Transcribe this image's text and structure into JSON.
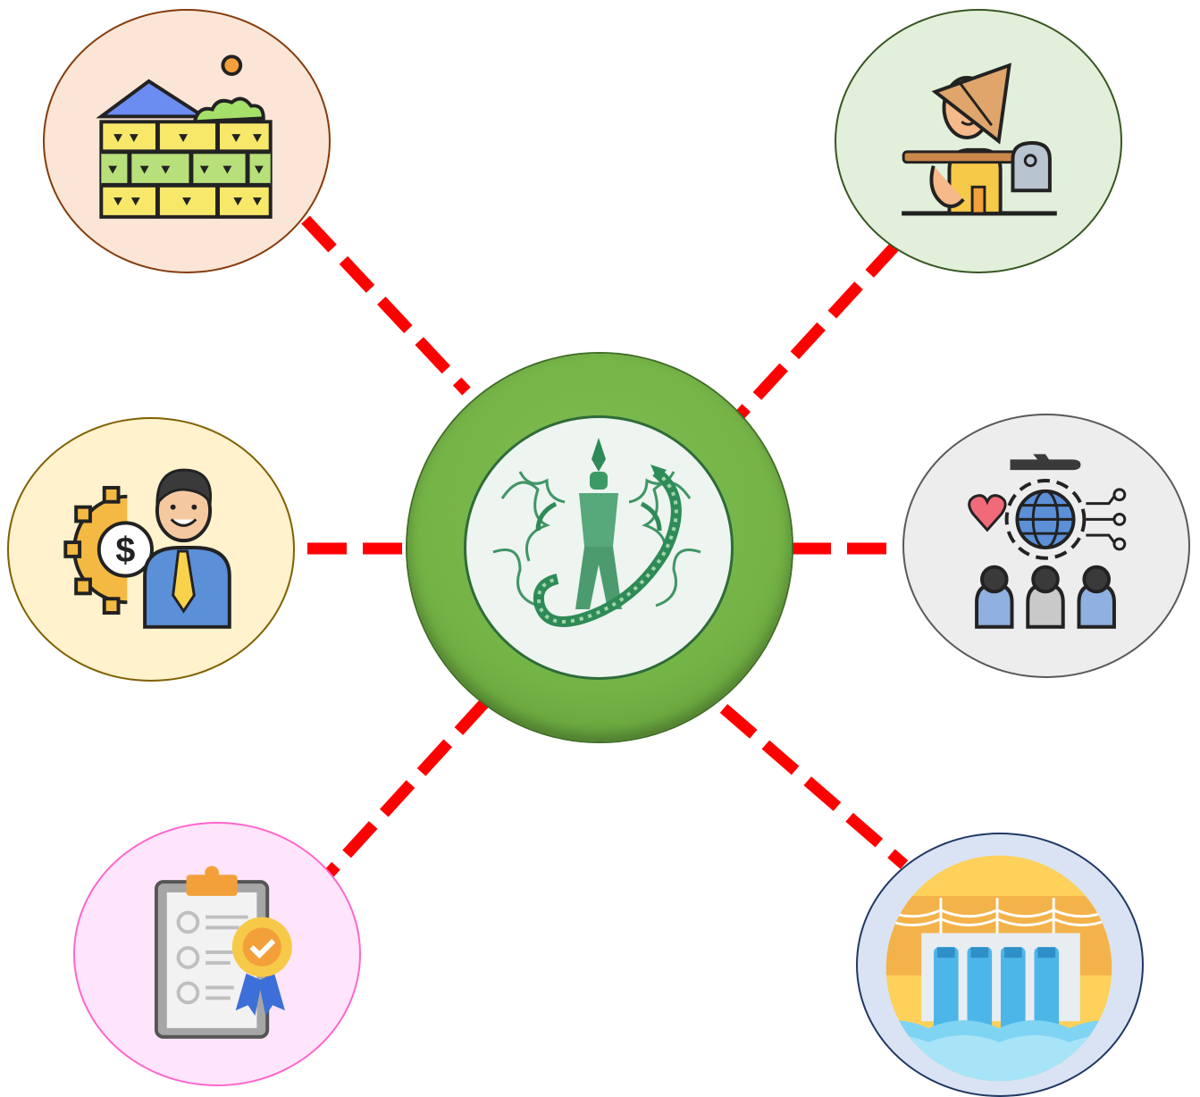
{
  "diagram": {
    "type": "hub-and-spoke",
    "hub": {
      "emblem": "green-circular-seal-with-deity-and-naga"
    },
    "connector_style": {
      "color": "#ff0000",
      "pattern": "dashed"
    },
    "colors": {
      "hub_ring": "#74b346",
      "connector": "#ff0000"
    },
    "nodes": [
      {
        "id": "landscape",
        "icon": "land-plot-icon",
        "fill": "#fbe5d6",
        "border": "#843c0c"
      },
      {
        "id": "farmer",
        "icon": "farmer-icon",
        "fill": "#e2efda",
        "border": "#375623"
      },
      {
        "id": "finance",
        "icon": "businessman-money-gear-icon",
        "fill": "#fff2cc",
        "border": "#7f6000"
      },
      {
        "id": "tourism",
        "icon": "global-tourism-community-icon",
        "fill": "#ededed",
        "border": "#595959"
      },
      {
        "id": "quality",
        "icon": "quality-checklist-award-icon",
        "fill": "#ffe5fb",
        "border": "#ff66cc"
      },
      {
        "id": "dam",
        "icon": "hydro-dam-icon",
        "fill": "#dae3f3",
        "border": "#203864"
      }
    ]
  }
}
